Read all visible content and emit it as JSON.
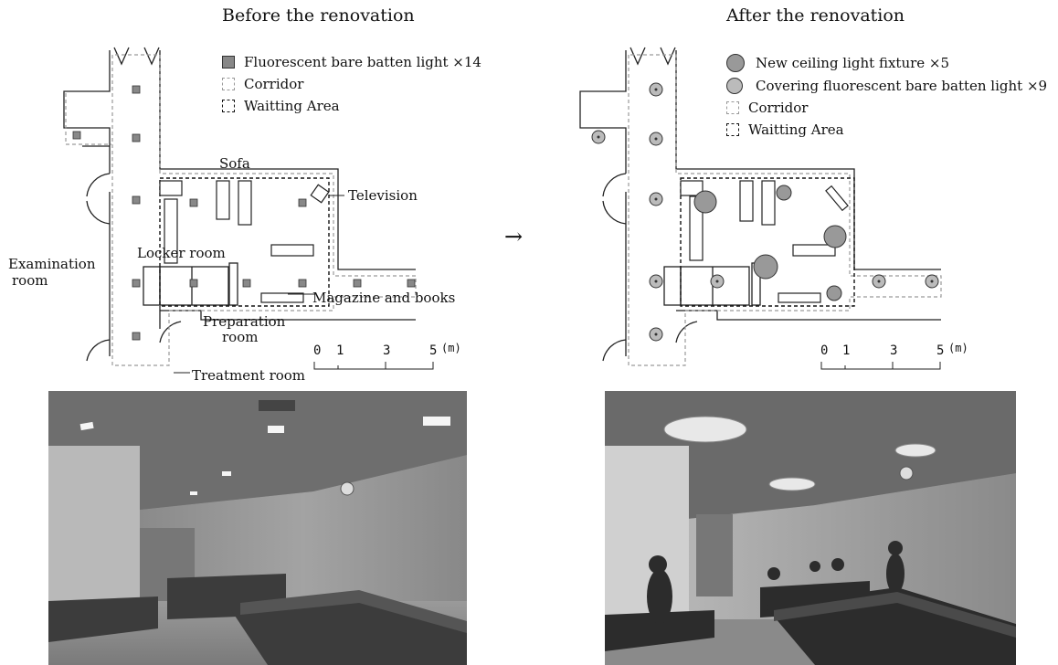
{
  "before": {
    "title": "Before the renovation",
    "legend": {
      "light": "Fluorescent bare batten light ×14",
      "corridor": "Corridor",
      "waiting": "Waitting Area"
    },
    "labels": {
      "sofa": "Sofa",
      "television": "Television",
      "examination": "Examination",
      "examination_room": "room",
      "locker": "Locker room",
      "magazine": "Magazine and books",
      "preparation": "Preparation",
      "preparation_room": "room",
      "treatment": "Treatment room"
    }
  },
  "after": {
    "title": "After the renovation",
    "legend": {
      "new_light": "New ceiling light fixture ×5",
      "covering_light": "Covering fluorescent bare batten light ×9",
      "corridor": "Corridor",
      "waiting": "Waitting Area"
    }
  },
  "arrow": "→",
  "scale": {
    "ticks": [
      "0",
      "1",
      "3",
      "5"
    ],
    "unit": "(m)"
  }
}
